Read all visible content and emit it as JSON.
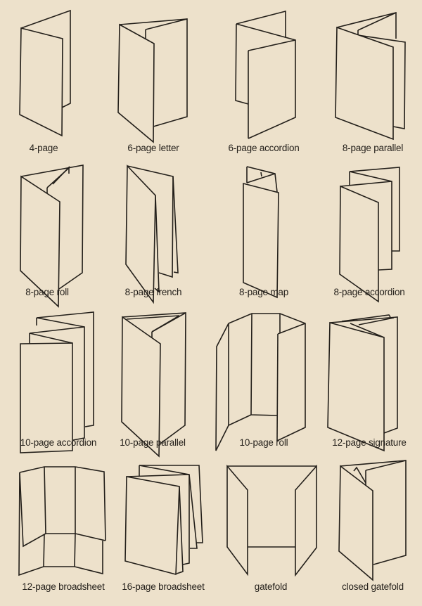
{
  "diagram": {
    "line_color": "#231f1a",
    "background": "#ede1cb",
    "folds": [
      {
        "label": "4-page"
      },
      {
        "label": "6-page letter"
      },
      {
        "label": "6-page accordion"
      },
      {
        "label": "8-page parallel"
      },
      {
        "label": "8-page roll"
      },
      {
        "label": "8-page french"
      },
      {
        "label": "8-page map"
      },
      {
        "label": "8-page accordion"
      },
      {
        "label": "10-page accordion"
      },
      {
        "label": "10-page parallel"
      },
      {
        "label": "10-page roll"
      },
      {
        "label": "12-page signature"
      },
      {
        "label": "12-page broadsheet"
      },
      {
        "label": "16-page broadsheet"
      },
      {
        "label": "gatefold"
      },
      {
        "label": "closed gatefold"
      }
    ]
  }
}
